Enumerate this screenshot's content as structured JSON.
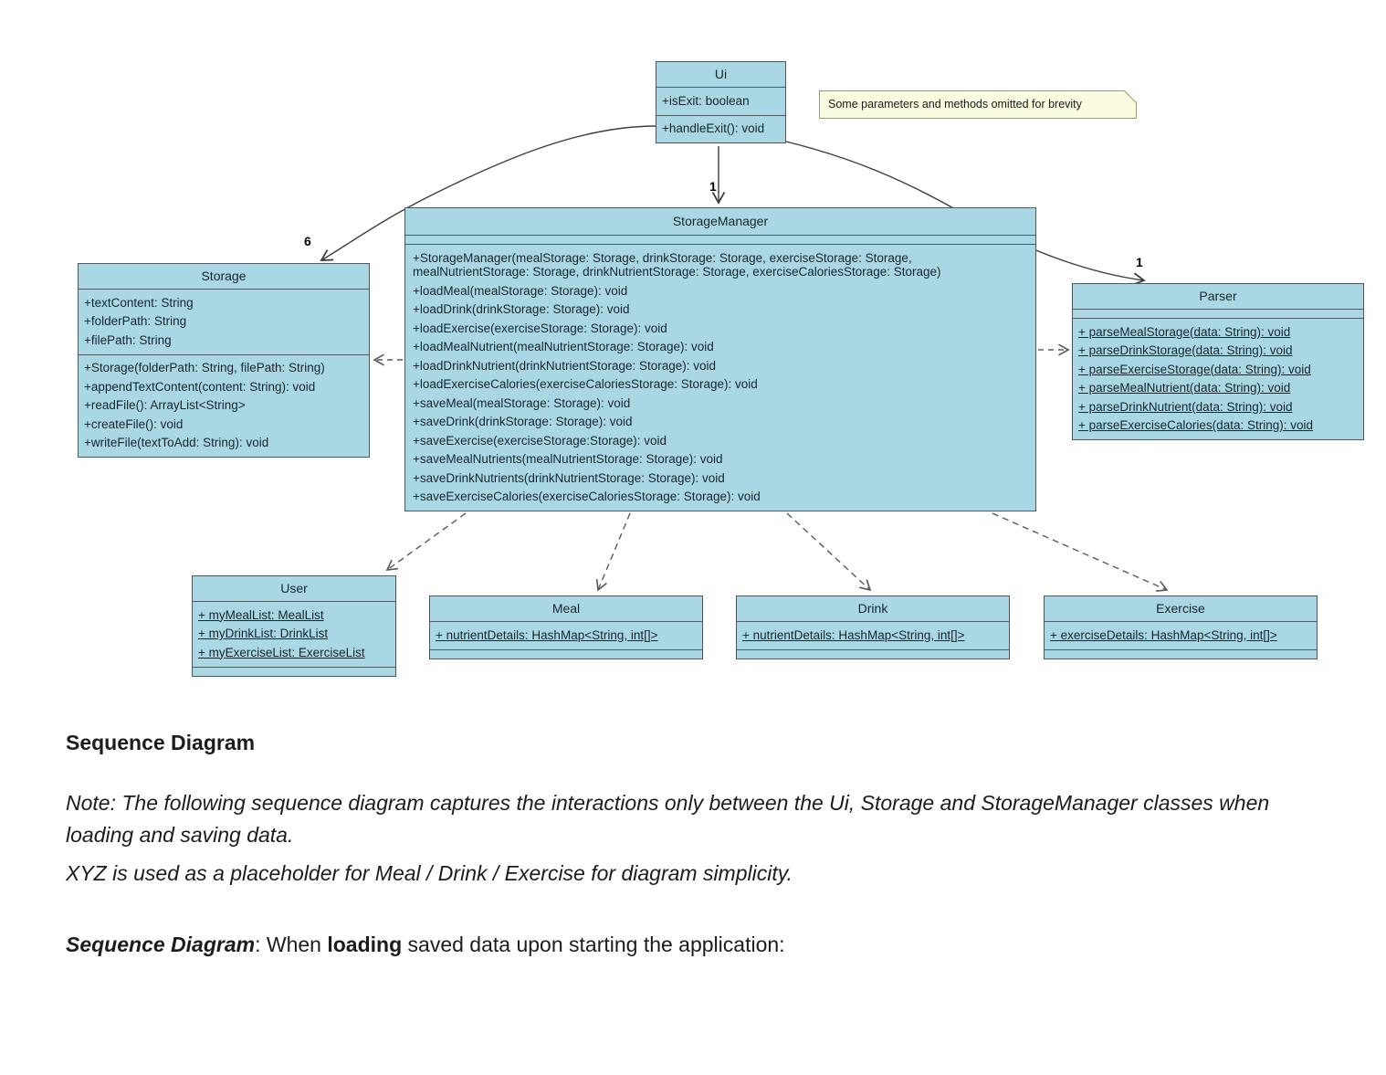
{
  "diagram": {
    "kind": "uml-class-diagram",
    "colors": {
      "class_fill": "#a9d7e3",
      "class_border": "#4a5a63",
      "note_fill": "#fbfbe0",
      "note_border": "#9a9a6a",
      "line": "#4a4a4a",
      "page_background": "#ffffff"
    },
    "note": {
      "text": "Some parameters and methods omitted for brevity"
    },
    "multiplicities": {
      "ui_to_storage": "6",
      "ui_to_storagemanager": "1",
      "ui_to_parser": "1"
    },
    "classes": {
      "ui": {
        "name": "Ui",
        "attributes": [
          "+isExit: boolean"
        ],
        "methods": [
          "+handleExit(): void"
        ]
      },
      "storage": {
        "name": "Storage",
        "attributes": [
          "+textContent: String",
          "+folderPath: String",
          "+filePath: String"
        ],
        "methods": [
          "+Storage(folderPath: String, filePath: String)",
          "+appendTextContent(content: String): void",
          "+readFile(): ArrayList<String>",
          "+createFile(): void",
          "+writeFile(textToAdd: String): void"
        ]
      },
      "storagemanager": {
        "name": "StorageManager",
        "attributes": [],
        "methods": [
          "+StorageManager(mealStorage: Storage, drinkStorage: Storage, exerciseStorage: Storage, mealNutrientStorage: Storage, drinkNutrientStorage: Storage, exerciseCaloriesStorage: Storage)",
          "+loadMeal(mealStorage: Storage): void",
          "+loadDrink(drinkStorage: Storage): void",
          "+loadExercise(exerciseStorage: Storage): void",
          "+loadMealNutrient(mealNutrientStorage: Storage): void",
          "+loadDrinkNutrient(drinkNutrientStorage: Storage): void",
          "+loadExerciseCalories(exerciseCaloriesStorage: Storage): void",
          "+saveMeal(mealStorage: Storage): void",
          "+saveDrink(drinkStorage: Storage): void",
          "+saveExercise(exerciseStorage:Storage): void",
          "+saveMealNutrients(mealNutrientStorage: Storage): void",
          "+saveDrinkNutrients(drinkNutrientStorage: Storage): void",
          "+saveExerciseCalories(exerciseCaloriesStorage: Storage): void"
        ]
      },
      "parser": {
        "name": "Parser",
        "attributes": [],
        "methods": [
          "+ parseMealStorage(data: String): void",
          "+ parseDrinkStorage(data: String): void",
          "+ parseExerciseStorage(data: String): void",
          "+ parseMealNutrient(data: String): void",
          "+ parseDrinkNutrient(data: String): void",
          "+ parseExerciseCalories(data: String): void"
        ]
      },
      "user": {
        "name": "User",
        "attributes": [
          "+ myMealList: MealList",
          "+ myDrinkList: DrinkList",
          "+ myExerciseList: ExerciseList"
        ],
        "methods": []
      },
      "meal": {
        "name": "Meal",
        "attributes": [
          "+ nutrientDetails: HashMap<String, int[]>"
        ],
        "methods": []
      },
      "drink": {
        "name": "Drink",
        "attributes": [
          "+ nutrientDetails: HashMap<String, int[]>"
        ],
        "methods": []
      },
      "exercise": {
        "name": "Exercise",
        "attributes": [
          "+ exerciseDetails: HashMap<String, int[]>"
        ],
        "methods": []
      }
    }
  },
  "prose": {
    "heading": "Sequence Diagram",
    "note_line1": "Note: The following sequence diagram captures the interactions only between the Ui, Storage and StorageManager classes when loading and saving data.",
    "note_line2": "XYZ is used as a placeholder for Meal / Drink / Exercise for diagram simplicity.",
    "caption_lead": "Sequence Diagram",
    "caption_mid": ": When ",
    "caption_bold": "loading",
    "caption_tail": " saved data upon starting the application:"
  }
}
